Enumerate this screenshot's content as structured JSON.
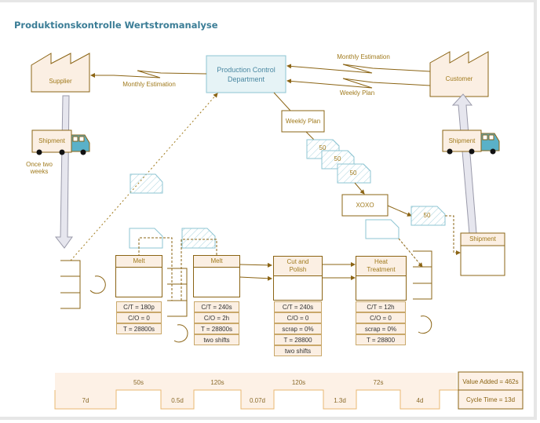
{
  "title": "Produktionskontrolle Wertstromanalyse",
  "colors": {
    "title": "#3b7d96",
    "brown": "#8b6414",
    "label": "#a07a1c",
    "process_fill": "#fbefe3",
    "control_fill": "#e6f3f6",
    "control_border": "#8ec5d3",
    "truck_cab": "#5ab1c8",
    "timeline_fill": "#fdf1e6",
    "timeline_line": "#e9b872"
  },
  "supplier": {
    "label": "Supplier"
  },
  "customer": {
    "label": "Customer"
  },
  "control": {
    "line1": "Production Control",
    "line2": "Department"
  },
  "flows": {
    "supplier_info": "Monthly Estimation",
    "customer_monthly": "Monthly Estimation",
    "customer_weekly": "Weekly Plan"
  },
  "weekly_plan": {
    "label": "Weekly Plan"
  },
  "kanban_batch": [
    "50",
    "50",
    "50"
  ],
  "xoxo": {
    "label": "XOXO"
  },
  "kanban_ship": "50",
  "trucks": [
    {
      "label": "Shipment",
      "note_line1": "Once two",
      "note_line2": "weeks"
    },
    {
      "label": "Shipment"
    }
  ],
  "shipment_box": {
    "label": "Shipment"
  },
  "processes": [
    {
      "name": "Melt",
      "data": [
        "C/T = 180p",
        "C/O = 0",
        "T = 28800s"
      ]
    },
    {
      "name": "Melt",
      "data": [
        "C/T = 240s",
        "C/O = 2h",
        "T = 28800s",
        "two shifts"
      ]
    },
    {
      "name": "Cut and Polish",
      "name1": "Cut and",
      "name2": "Polish",
      "data": [
        "C/T = 240s",
        "C/O = 0",
        "scrap = 0%",
        "T = 28800",
        "two shifts"
      ]
    },
    {
      "name": "Heat Treatment",
      "name1": "Heat",
      "name2": "Treatment",
      "data": [
        "C/T = 12h",
        "C/O = 0",
        "scrap = 0%",
        "T = 28800"
      ]
    }
  ],
  "timeline": {
    "process_times": [
      "50s",
      "120s",
      "120s",
      "72s"
    ],
    "wait_times": [
      "7d",
      "0.5d",
      "0.07d",
      "1.3d",
      "4d"
    ],
    "value_added": "Value Added = 462s",
    "cycle_time": "Cycle Time = 13d"
  }
}
